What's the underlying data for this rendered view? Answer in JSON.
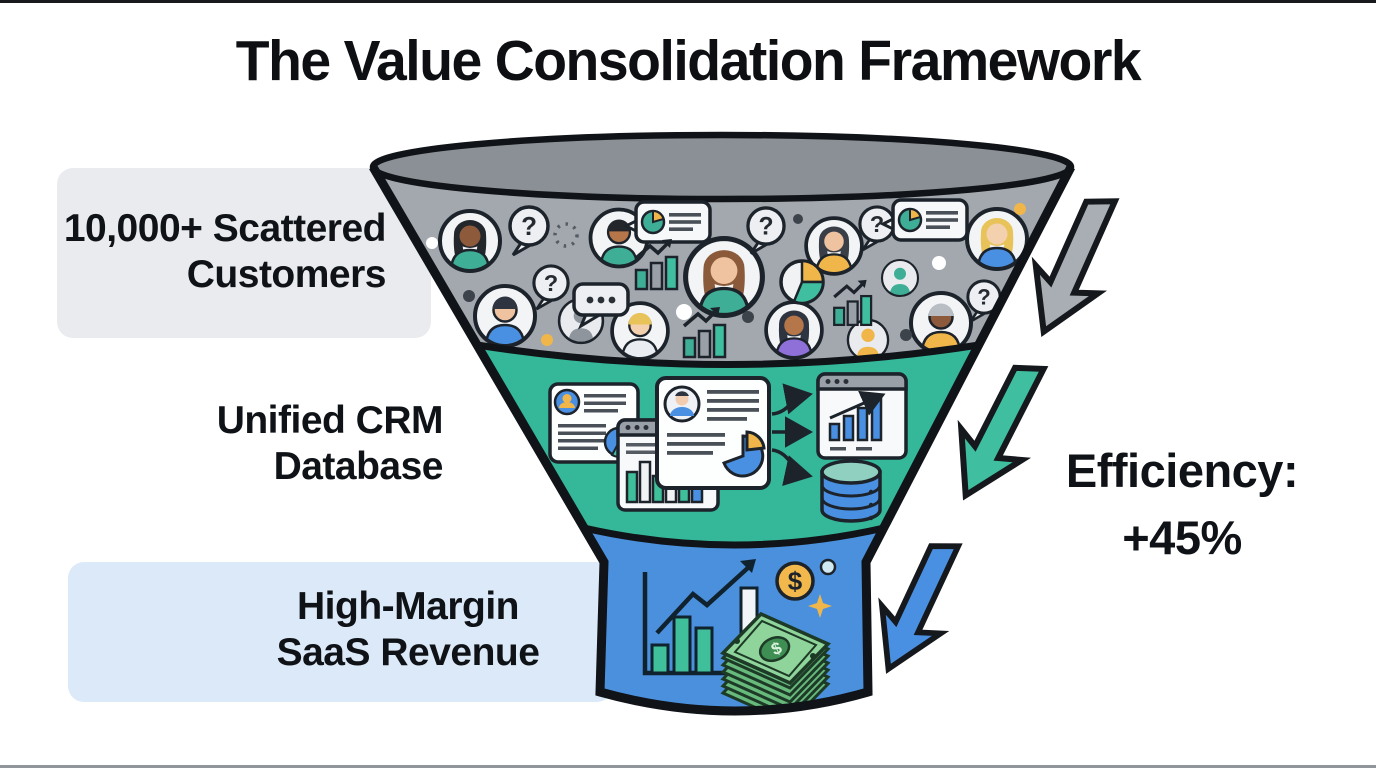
{
  "title": "The Value Consolidation Framework",
  "stages": [
    {
      "name": "scattered-customers",
      "label_line1": "10,000+ Scattered",
      "label_line2": "Customers",
      "funnel_color": "#a3a8af",
      "funnel_top_color": "#8b9096",
      "box_color": "#e9ebee"
    },
    {
      "name": "unified-crm-database",
      "label_line1": "Unified CRM",
      "label_line2": "Database",
      "funnel_color": "#35b79a",
      "box_color": ""
    },
    {
      "name": "high-margin-saas-revenue",
      "label_line1": "High-Margin",
      "label_line2": "SaaS Revenue",
      "funnel_color": "#4a90dd",
      "box_color": "#dce9f8"
    }
  ],
  "metric": {
    "label": "Efficiency:",
    "value": "+45%"
  },
  "arrows": [
    {
      "name": "flow-arrow-top",
      "color": "#a9aeb4"
    },
    {
      "name": "flow-arrow-middle",
      "color": "#3fbf9f"
    },
    {
      "name": "flow-arrow-bottom",
      "color": "#4a90e2"
    }
  ],
  "icons": {
    "question_glyph": "?",
    "dollar_glyph": "$"
  }
}
